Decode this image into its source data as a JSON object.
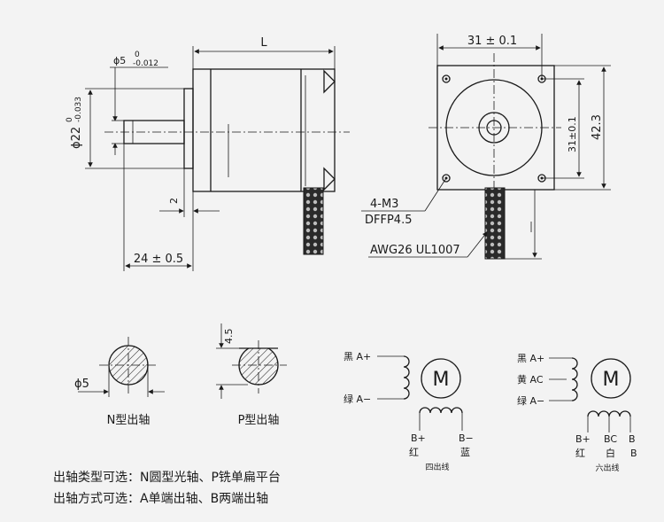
{
  "side_view": {
    "dim_length": "L",
    "dim_flat": "ϕ5",
    "dim_flat_tol_upper": "0",
    "dim_flat_tol_lower": "-0.012",
    "dim_pilot": "ϕ22",
    "dim_pilot_tol_upper": "0",
    "dim_pilot_tol_lower": "-0.033",
    "dim_pilot_small": "2",
    "dim_shaft_len": "24 ± 0.5"
  },
  "front_view": {
    "dim_width": "31 ± 0.1",
    "dim_height": "31±0.1",
    "dim_outer": "42.3",
    "label_holes_1": "4-M3",
    "label_holes_2": "DFFP4.5",
    "label_wire": "AWG26  UL1007"
  },
  "shaft_n": {
    "dim": "ϕ5",
    "caption": "N型出轴"
  },
  "shaft_p": {
    "dim": "4.5",
    "caption": "P型出轴"
  },
  "wiring_4": {
    "motor_letter": "M",
    "lead_black": "黑 A+",
    "lead_green": "绿 A−",
    "b_plus": "B+",
    "b_minus": "B−",
    "red": "红",
    "blue": "蓝",
    "caption": "四出线"
  },
  "wiring_6": {
    "motor_letter": "M",
    "lead_black": "黑 A+",
    "lead_yellow": "黄 AC",
    "lead_green": "绿 A−",
    "b_plus": "B+",
    "bc": "BC",
    "b_minus": "B",
    "red": "红",
    "white": "白",
    "caption": "六出线"
  },
  "notes": {
    "line1": "出轴类型可选：N圆型光轴、P铣单扁平台",
    "line2": "出轴方式可选：A单端出轴、B两端出轴"
  }
}
